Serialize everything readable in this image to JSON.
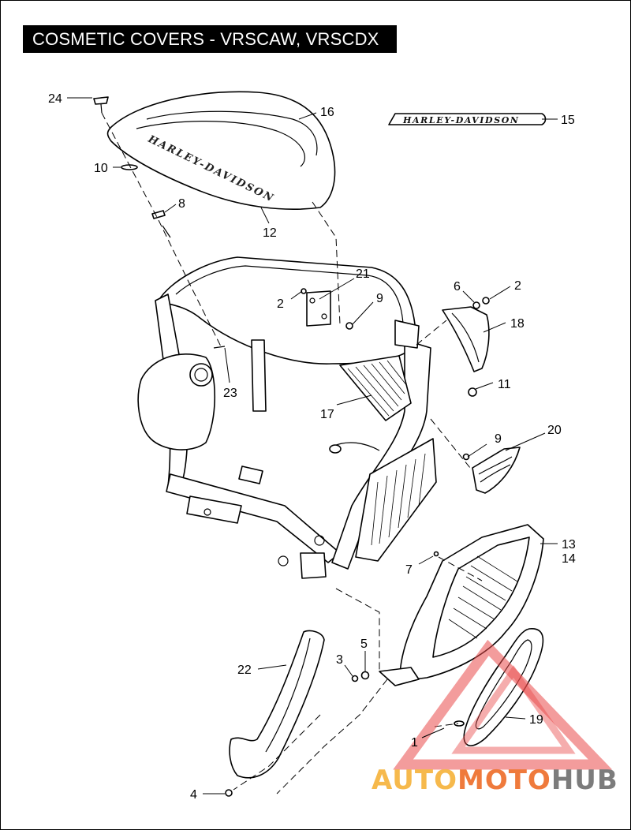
{
  "title": "COSMETIC COVERS - VRSCAW, VRSCDX",
  "brand_emblem": "HARLEY-DAVIDSON",
  "tank_script": "HARLEY-DAVIDSON",
  "watermark": {
    "part1": "AUTO",
    "part2": "MOTO",
    "part3": "HUB"
  },
  "callouts": {
    "c24": "24",
    "c16": "16",
    "c15": "15",
    "c10": "10",
    "c8": "8",
    "c12": "12",
    "c21": "21",
    "c2a": "2",
    "c9a": "9",
    "c6": "6",
    "c2b": "2",
    "c18": "18",
    "c11": "11",
    "c23": "23",
    "c17": "17",
    "c9b": "9",
    "c20": "20",
    "c13": "13",
    "c14": "14",
    "c7": "7",
    "c5": "5",
    "c3": "3",
    "c22": "22",
    "c19": "19",
    "c1": "1",
    "c4": "4"
  },
  "colors": {
    "watermark_red": "#e94a4a",
    "watermark_yellow": "#f6b94c",
    "watermark_orange": "#ef7a3c",
    "watermark_gray": "#7c7c7c"
  }
}
